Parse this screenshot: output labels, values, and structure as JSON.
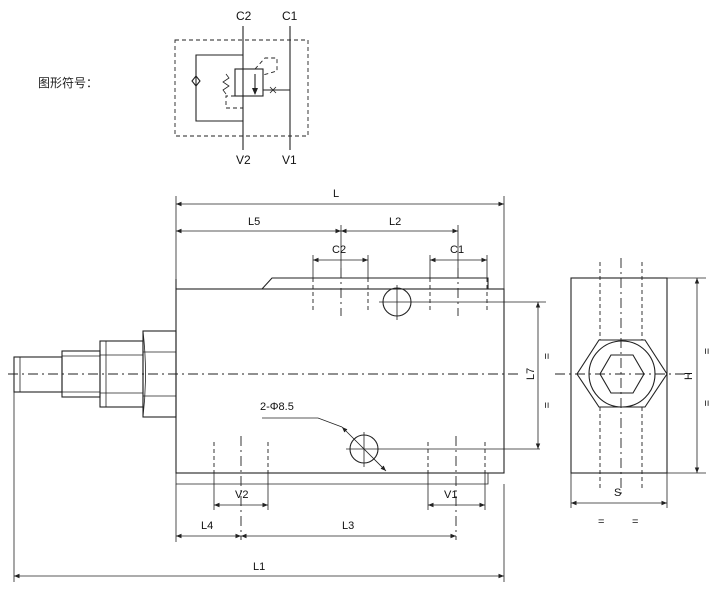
{
  "caption": "图形符号：",
  "symbol": {
    "top_left": "C2",
    "top_right": "C1",
    "bottom_left": "V2",
    "bottom_right": "V1"
  },
  "dims": {
    "L": "L",
    "L1": "L1",
    "L2": "L2",
    "L3": "L3",
    "L4": "L4",
    "L5": "L5",
    "L7": "L7",
    "C1": "C1",
    "C2": "C2",
    "V1": "V1",
    "V2": "V2",
    "H": "H",
    "S": "S",
    "hole": "2-Φ8.5"
  },
  "marks": {
    "eq": "="
  }
}
